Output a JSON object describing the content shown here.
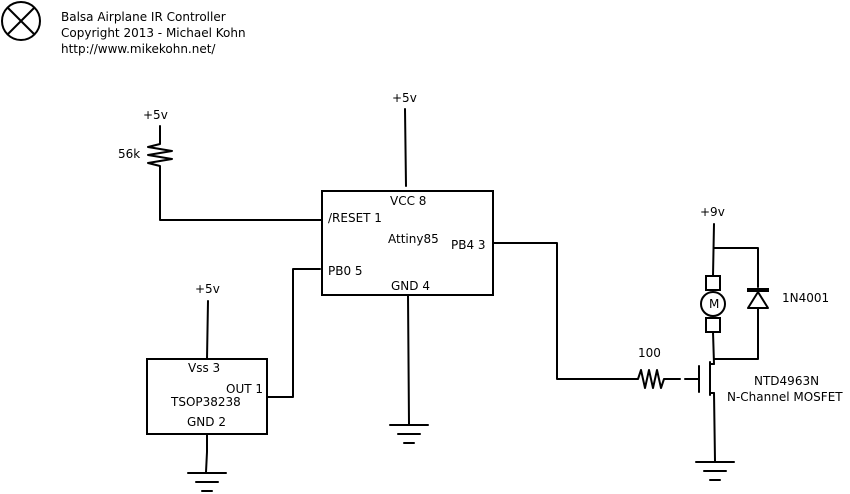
{
  "header": {
    "title": "Balsa Airplane IR Controller",
    "copyright": "Copyright 2013 - Michael Kohn",
    "url": "http://www.mikekohn.net/"
  },
  "power": {
    "v5": "+5v",
    "v9": "+9v"
  },
  "resistor_pullup": {
    "value": "56k"
  },
  "resistor_gate": {
    "value": "100"
  },
  "mcu": {
    "name": "Attiny85",
    "vcc": "VCC 8",
    "reset": "/RESET 1",
    "pb4": "PB4 3",
    "pb0": "PB0 5",
    "gnd": "GND 4"
  },
  "ir_receiver": {
    "name": "TSOP38238",
    "vss": "Vss 3",
    "out": "OUT 1",
    "gnd": "GND 2"
  },
  "motor": {
    "label": "M"
  },
  "diode": {
    "name": "1N4001"
  },
  "mosfet": {
    "part": "NTD4963N",
    "type": "N-Channel MOSFET"
  }
}
